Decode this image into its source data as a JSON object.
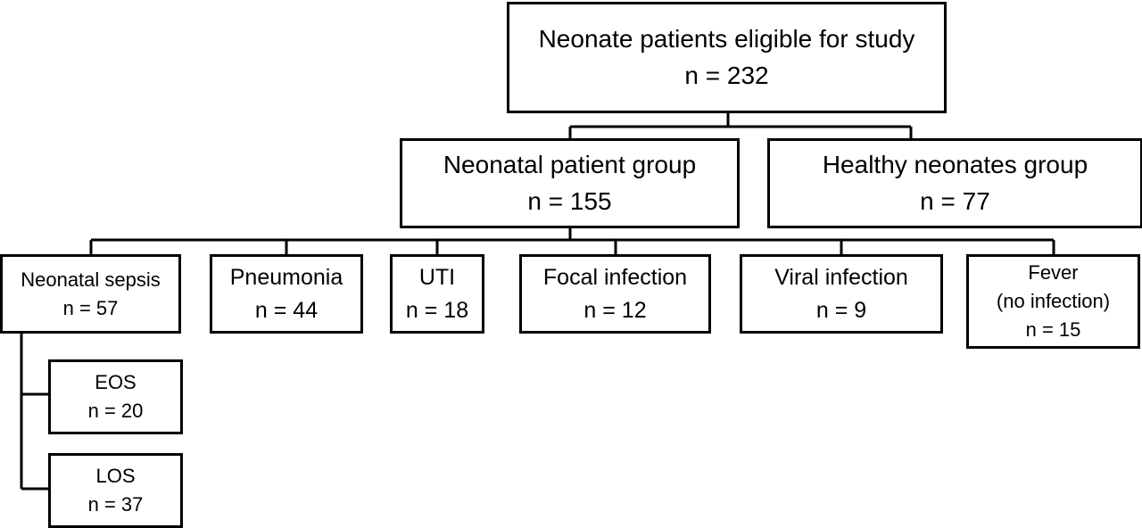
{
  "root": {
    "title": "Neonate patients eligible for study",
    "n": "n = 232"
  },
  "patient_group": {
    "title": "Neonatal patient group",
    "n": "n = 155"
  },
  "healthy_group": {
    "title": "Healthy neonates group",
    "n": "n = 77"
  },
  "categories": {
    "sepsis": {
      "title": "Neonatal sepsis",
      "n": "n = 57"
    },
    "pneumonia": {
      "title": "Pneumonia",
      "n": "n = 44"
    },
    "uti": {
      "title": "UTI",
      "n": "n = 18"
    },
    "focal": {
      "title": "Focal infection",
      "n": "n = 12"
    },
    "viral": {
      "title": "Viral infection",
      "n": "n = 9"
    },
    "fever": {
      "title": "Fever",
      "subtitle": "(no infection)",
      "n": "n = 15"
    }
  },
  "sepsis_subgroups": {
    "eos": {
      "title": "EOS",
      "n": "n = 20"
    },
    "los": {
      "title": "LOS",
      "n": "n = 37"
    }
  }
}
